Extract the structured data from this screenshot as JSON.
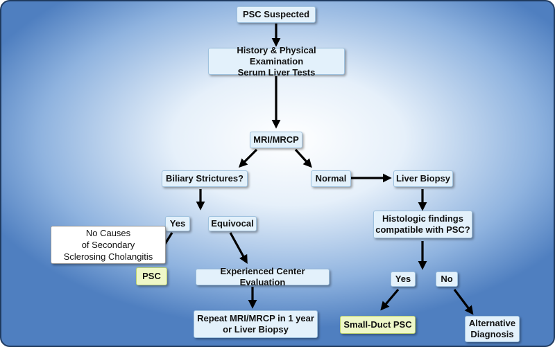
{
  "nodes": {
    "psc_suspected": "PSC Suspected",
    "history": "History & Physical Examination\nSerum Liver Tests",
    "mri": "MRI/MRCP",
    "biliary": "Biliary Strictures?",
    "normal": "Normal",
    "liver_biopsy": "Liver Biopsy",
    "yes_left": "Yes",
    "equivocal": "Equivocal",
    "no_causes": "No Causes\nof Secondary\nSclerosing Cholangitis",
    "psc": "PSC",
    "experienced": "Experienced Center Evaluation",
    "repeat": "Repeat MRI/MRCP in 1 year\nor Liver Biopsy",
    "histologic": "Histologic findings\ncompatible with PSC?",
    "yes_right": "Yes",
    "no_right": "No",
    "small_duct": "Small-Duct PSC",
    "alternative": "Alternative\nDiagnosis"
  },
  "colors": {
    "box_fill": "#e3f1fb",
    "highlight_fill": "#eef7c8",
    "note_fill": "#ffffff",
    "arrow": "#000000",
    "border": "#1f3a5f"
  }
}
